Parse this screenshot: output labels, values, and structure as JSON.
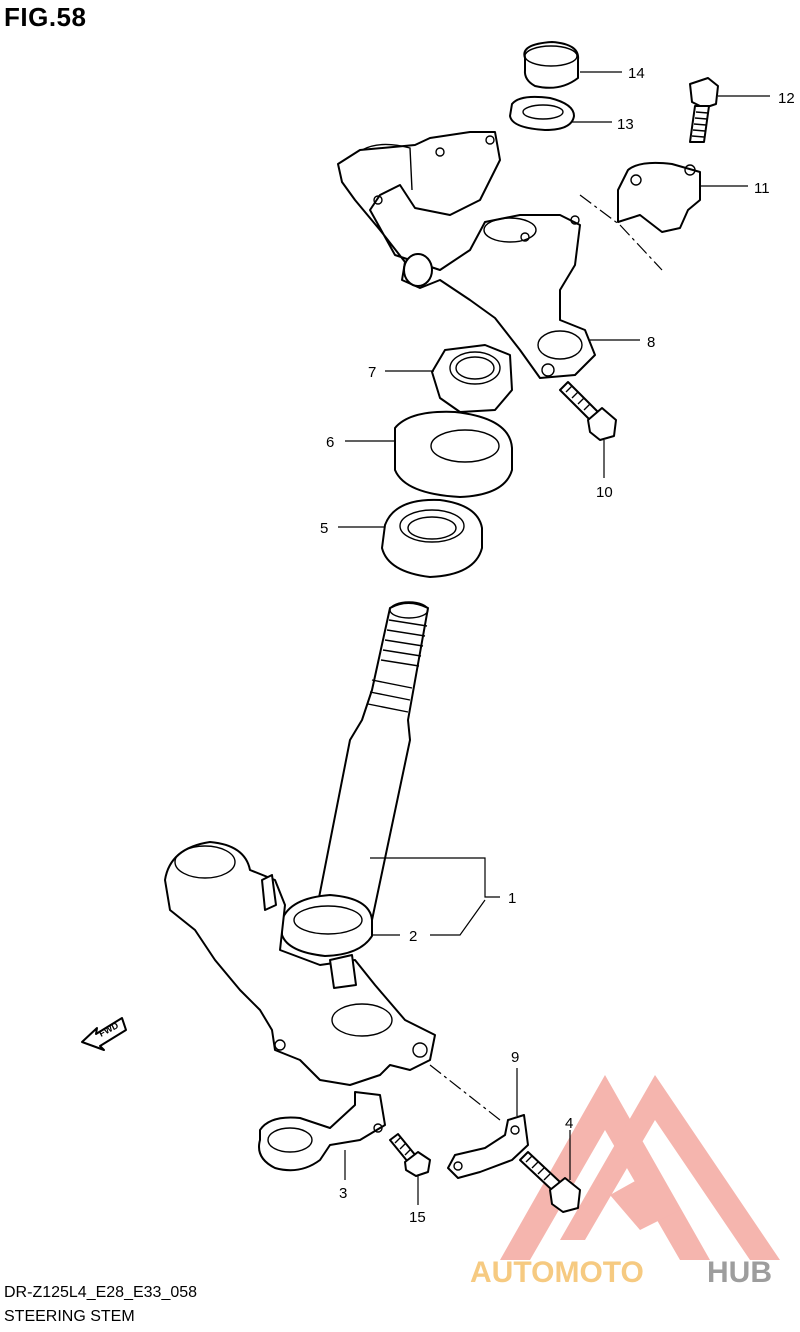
{
  "figure": {
    "title": "FIG.58",
    "model_code": "DR-Z125L4_E28_E33_058",
    "section_name": "STEERING STEM"
  },
  "callouts": [
    {
      "id": "c1",
      "label": "1"
    },
    {
      "id": "c2",
      "label": "2"
    },
    {
      "id": "c3",
      "label": "3"
    },
    {
      "id": "c4",
      "label": "4"
    },
    {
      "id": "c5",
      "label": "5"
    },
    {
      "id": "c6",
      "label": "6"
    },
    {
      "id": "c7",
      "label": "7"
    },
    {
      "id": "c8",
      "label": "8"
    },
    {
      "id": "c9",
      "label": "9"
    },
    {
      "id": "c10",
      "label": "10"
    },
    {
      "id": "c11",
      "label": "11"
    },
    {
      "id": "c12",
      "label": "12"
    },
    {
      "id": "c13",
      "label": "13"
    },
    {
      "id": "c14",
      "label": "14"
    },
    {
      "id": "c15",
      "label": "15"
    }
  ],
  "direction_arrow": {
    "label": "FWD"
  },
  "watermark": {
    "part1": "AUTOMOTO",
    "part2": "HUB",
    "color_primary": "#f4a9a0",
    "color_secondary": "#f5c16c",
    "color_tertiary": "#8c8c8c"
  }
}
